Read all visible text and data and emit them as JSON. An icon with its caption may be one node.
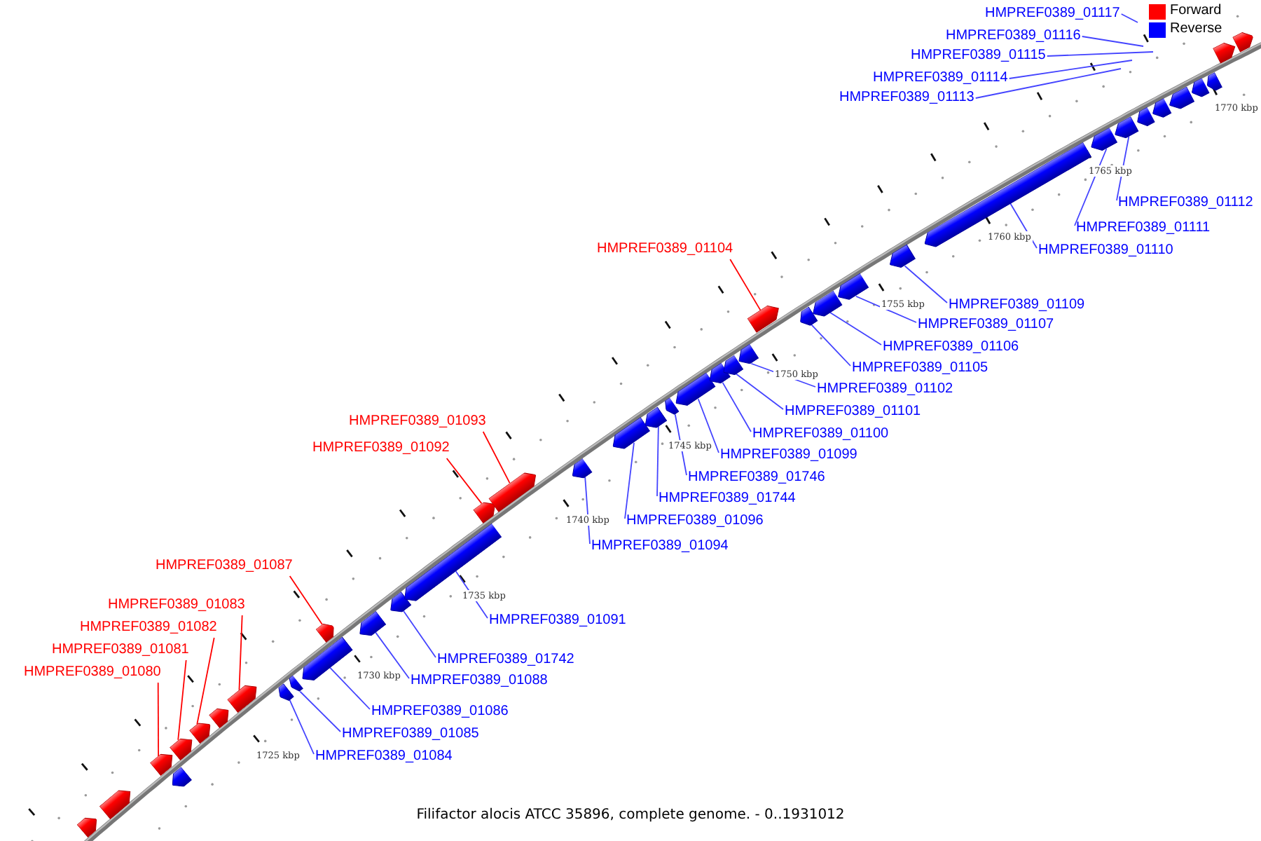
{
  "diagram": {
    "caption": "Filifactor alocis ATCC 35896, complete genome. - 0..1931012",
    "nodes": [
      {
        "text": [
          "HMPREF0389_01117"
        ]
      },
      {
        "text": [
          "HMPREF0389_01116"
        ]
      },
      {
        "text": [
          "HMPREF0389_01115"
        ]
      },
      {
        "text": [
          "HMPREF0389_01114"
        ]
      },
      {
        "text": [
          "HMPREF0389_01113"
        ]
      },
      {
        "text": [
          "HMPREF0389_01112"
        ]
      },
      {
        "text": [
          "HMPREF0389_01111"
        ]
      },
      {
        "text": [
          "HMPREF0389_01104"
        ]
      },
      {
        "text": [
          "HMPREF0389_01110"
        ]
      },
      {
        "text": [
          "HMPREF0389_01109"
        ]
      },
      {
        "text": [
          "HMPREF0389_01107"
        ]
      },
      {
        "text": [
          "HMPREF0389_01106"
        ]
      },
      {
        "text": [
          "HMPREF0389_01105"
        ]
      },
      {
        "text": [
          "HMPREF0389_01102"
        ]
      },
      {
        "text": [
          "HMPREF0389_01101"
        ]
      },
      {
        "text": [
          "HMPREF0389_01093"
        ]
      },
      {
        "text": [
          "HMPREF0389_01100"
        ]
      },
      {
        "text": [
          "HMPREF0389_01092"
        ]
      },
      {
        "text": [
          "HMPREF0389_01099"
        ]
      },
      {
        "text": [
          "HMPREF0389_01746"
        ]
      },
      {
        "text": [
          "HMPREF0389_01744"
        ]
      },
      {
        "text": [
          "HMPREF0389_01096"
        ]
      },
      {
        "text": [
          "HMPREF0389_01094"
        ]
      },
      {
        "text": [
          "HMPREF0389_01087"
        ]
      },
      {
        "text": [
          "HMPREF0389_01083"
        ]
      },
      {
        "text": [
          "HMPREF0389_01091"
        ]
      },
      {
        "text": [
          "HMPREF0389_01082"
        ]
      },
      {
        "text": [
          "HMPREF0389_01081"
        ]
      },
      {
        "text": [
          "HMPREF0389_01742"
        ]
      },
      {
        "text": [
          "HMPREF0389_01080"
        ]
      },
      {
        "text": [
          "HMPREF0389_01088"
        ]
      },
      {
        "text": [
          "HMPREF0389_01086"
        ]
      },
      {
        "text": [
          "HMPREF0389_01085"
        ]
      },
      {
        "text": [
          "HMPREF0389_01084"
        ]
      },
      {
        "text": [],
        "shape": "bar"
      },
      {
        "text": [],
        "shape": "bar"
      },
      {
        "text": [],
        "shape": "bar"
      },
      {
        "text": [],
        "shape": "bar"
      },
      {
        "text": [],
        "shape": "bar"
      },
      {
        "text": [],
        "shape": "bar"
      },
      {
        "text": [],
        "shape": "bar"
      },
      {
        "text": [],
        "shape": "bar"
      },
      {
        "text": [],
        "shape": "bar"
      },
      {
        "text": [],
        "shape": "bar"
      },
      {
        "text": [],
        "shape": "bar"
      },
      {
        "text": [],
        "shape": "bar"
      },
      {
        "text": [],
        "shape": "bar"
      },
      {
        "text": [],
        "shape": "bar"
      },
      {
        "text": [],
        "shape": "bar"
      },
      {
        "text": [],
        "shape": "bar"
      },
      {
        "text": [],
        "shape": "bar"
      },
      {
        "text": [],
        "shape": "bar"
      },
      {
        "text": [],
        "shape": "bar"
      },
      {
        "text": [],
        "shape": "bar"
      },
      {
        "text": [],
        "shape": "bar"
      },
      {
        "text": [],
        "shape": "bar"
      },
      {
        "text": [],
        "shape": "bar"
      },
      {
        "text": [],
        "shape": "bar"
      },
      {
        "text": [],
        "shape": "bar"
      },
      {
        "text": [],
        "shape": "bar"
      },
      {
        "text": [],
        "shape": "bar"
      },
      {
        "text": [],
        "shape": "bar"
      },
      {
        "text": [],
        "shape": "bar"
      },
      {
        "text": [],
        "shape": "bar"
      },
      {
        "text": [],
        "shape": "bar"
      },
      {
        "text": [],
        "shape": "bar"
      },
      {
        "text": [],
        "shape": "bar"
      },
      {
        "text": [],
        "shape": "bar"
      },
      {
        "text": [],
        "shape": "bar"
      },
      {
        "text": [],
        "shape": "bar"
      },
      {
        "text": [],
        "shape": "bar"
      },
      {
        "text": [],
        "shape": "bar"
      },
      {
        "text": [],
        "shape": "bar"
      },
      {
        "text": [],
        "shape": "bar"
      }
    ],
    "edges": [
      {
        "from": 0,
        "to": null,
        "arrow": "none"
      },
      {
        "from": 1,
        "to": null,
        "arrow": "none"
      },
      {
        "from": 2,
        "to": null,
        "arrow": "none"
      },
      {
        "from": 3,
        "to": null,
        "arrow": "none"
      },
      {
        "from": 4,
        "to": null,
        "arrow": "none"
      },
      {
        "from": 5,
        "to": 66,
        "arrow": "none"
      },
      {
        "from": 6,
        "to": 65,
        "arrow": "none"
      },
      {
        "from": 7,
        "to": 59,
        "arrow": "none",
        "color": "#ff0000"
      },
      {
        "from": 8,
        "to": 64,
        "arrow": "none"
      },
      {
        "from": 9,
        "to": 63,
        "arrow": "none"
      },
      {
        "from": 10,
        "to": 62,
        "arrow": "none"
      },
      {
        "from": 11,
        "to": 61,
        "arrow": "none"
      },
      {
        "from": 12,
        "to": 60,
        "arrow": "none"
      },
      {
        "from": 13,
        "to": 58,
        "arrow": "none"
      },
      {
        "from": 14,
        "to": 57,
        "arrow": "none"
      },
      {
        "from": 15,
        "to": 50,
        "arrow": "none",
        "color": "#ff0000"
      },
      {
        "from": 16,
        "to": 56,
        "arrow": "none"
      },
      {
        "from": 17,
        "to": 49,
        "arrow": "none",
        "color": "#ff0000"
      },
      {
        "from": 18,
        "to": 55,
        "arrow": "none"
      },
      {
        "from": 19,
        "to": 54,
        "arrow": "none"
      },
      {
        "from": 20,
        "to": 53,
        "arrow": "none"
      },
      {
        "from": 21,
        "to": 52,
        "arrow": "none"
      },
      {
        "from": 22,
        "to": 51,
        "arrow": "none"
      },
      {
        "from": 23,
        "to": 45,
        "arrow": "none",
        "color": "#ff0000"
      },
      {
        "from": 24,
        "to": 41,
        "arrow": "none",
        "color": "#ff0000"
      },
      {
        "from": 25,
        "to": 48,
        "arrow": "none"
      },
      {
        "from": 26,
        "to": 39,
        "arrow": "none",
        "color": "#ff0000"
      },
      {
        "from": 27,
        "to": 38,
        "arrow": "none",
        "color": "#ff0000"
      },
      {
        "from": 28,
        "to": 47,
        "arrow": "none"
      },
      {
        "from": 29,
        "to": 36,
        "arrow": "none",
        "color": "#ff0000"
      },
      {
        "from": 30,
        "to": 46,
        "arrow": "none"
      },
      {
        "from": 31,
        "to": 44,
        "arrow": "none"
      },
      {
        "from": 32,
        "to": 43,
        "arrow": "none"
      },
      {
        "from": 33,
        "to": 42,
        "arrow": "none"
      }
    ],
    "labels": [
      "1770 kbp",
      "1765 kbp",
      "1760 kbp",
      "1755 kbp",
      "1750 kbp",
      "1745 kbp",
      "1740 kbp",
      "1735 kbp",
      "1730 kbp",
      "1725 kbp"
    ],
    "legend": [
      {
        "text": "Forward",
        "color": "#ff0000"
      },
      {
        "text": "Reverse",
        "color": "#0000ff"
      }
    ]
  }
}
